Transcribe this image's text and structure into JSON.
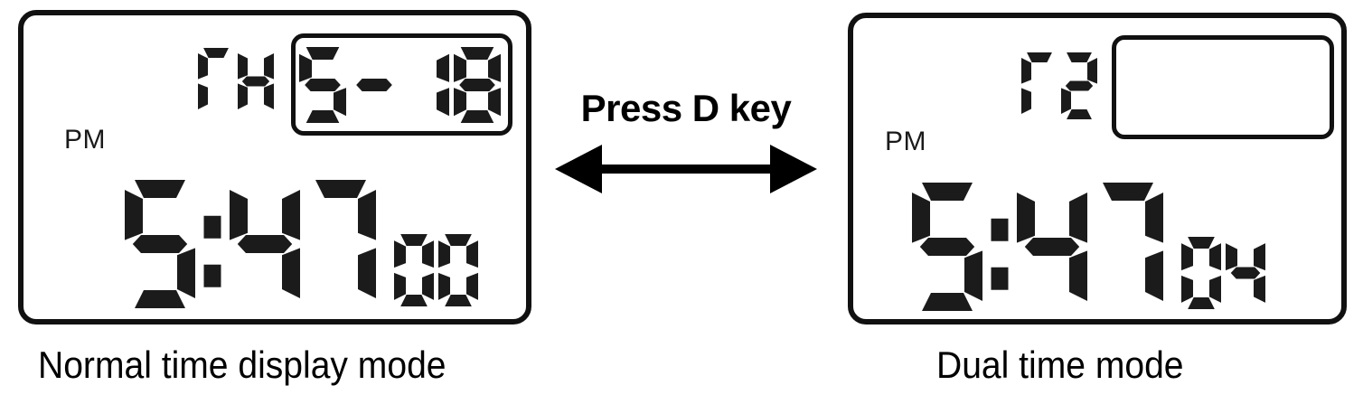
{
  "diagram": {
    "title": "Watch display mode transition",
    "ink_color": "#111111",
    "background": "#ffffff"
  },
  "transition": {
    "instruction": "Press D key",
    "arrow_icon": "double-headed-horizontal-arrow",
    "direction": "bidirectional"
  },
  "panels": [
    {
      "id": "normal-time",
      "caption": "Normal time display mode",
      "meridiem": "PM",
      "mode_label": "TH",
      "mode_label_meaning": "Thursday",
      "date_window_value": "5-18",
      "date_window_empty": false,
      "time": "5:47",
      "hour": "5",
      "separator": ":",
      "minute": "47",
      "seconds": "00"
    },
    {
      "id": "dual-time",
      "caption": "Dual time mode",
      "meridiem": "PM",
      "mode_label": "T2",
      "mode_label_meaning": "Dual time zone 2",
      "date_window_value": "",
      "date_window_empty": true,
      "time": "5:47",
      "hour": "5",
      "separator": ":",
      "minute": "47",
      "seconds": "04"
    }
  ]
}
